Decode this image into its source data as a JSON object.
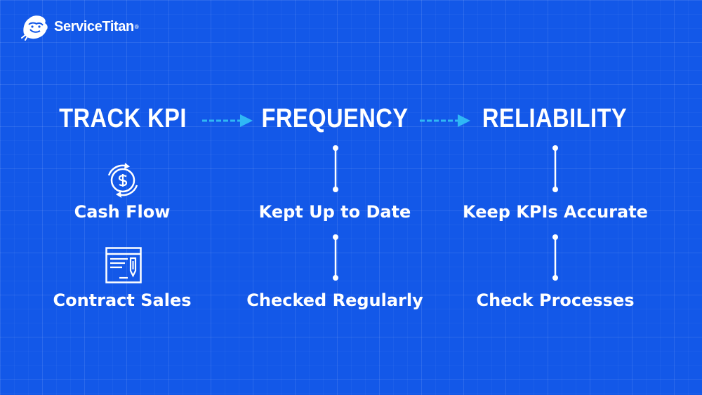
{
  "brand": {
    "name": "ServiceTitan",
    "reg_mark": "®"
  },
  "columns": [
    {
      "heading": "TRACK KPI",
      "items": [
        "Cash Flow",
        "Contract Sales"
      ]
    },
    {
      "heading": "FREQUENCY",
      "items": [
        "Kept Up to Date",
        "Checked Regularly"
      ]
    },
    {
      "heading": "RELIABILITY",
      "items": [
        "Keep KPIs Accurate",
        "Check Processes"
      ]
    }
  ],
  "icons": {
    "cash_flow": "dollar-cycle-icon",
    "contract_sales": "contract-document-icon",
    "logo": "titan-mascot-icon"
  },
  "colors": {
    "background": "#1358e8",
    "text": "#ffffff",
    "arrow": "#2fb8f5"
  }
}
